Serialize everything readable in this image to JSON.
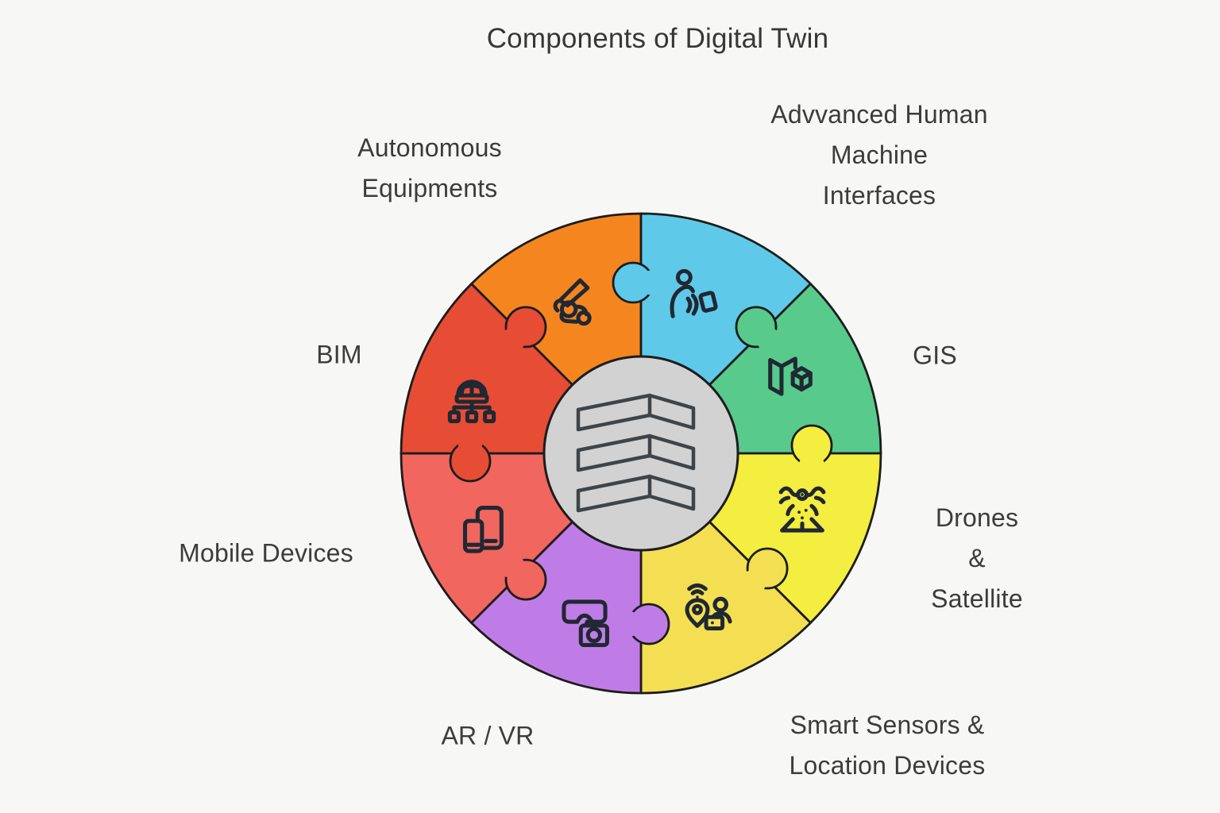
{
  "title": "Components of Digital Twin",
  "center": {
    "icon": "stacked-layers-icon"
  },
  "segments": [
    {
      "id": "autonomous-equipments",
      "label": "Autonomous\nEquipments",
      "color": "#f5861f",
      "icon": "excavator-icon"
    },
    {
      "id": "advanced-hmi",
      "label": "Advvanced Human\nMachine\nInterfaces",
      "color": "#5fc9e9",
      "icon": "human-machine-icon"
    },
    {
      "id": "gis",
      "label": "GIS",
      "color": "#58ca8c",
      "icon": "map-cube-icon"
    },
    {
      "id": "drones-satellite",
      "label": "Drones\n&\nSatellite",
      "color": "#f3ee3f",
      "icon": "drone-icon"
    },
    {
      "id": "smart-sensors",
      "label": "Smart Sensors &\nLocation Devices",
      "color": "#f4df52",
      "icon": "sensor-location-icon"
    },
    {
      "id": "ar-vr",
      "label": "AR / VR",
      "color": "#c07ce6",
      "icon": "vr-headset-icon"
    },
    {
      "id": "mobile-devices",
      "label": "Mobile Devices",
      "color": "#f1665e",
      "icon": "mobile-devices-icon"
    },
    {
      "id": "bim",
      "label": "BIM",
      "color": "#e74c35",
      "icon": "bim-icon"
    }
  ],
  "colors": {
    "background": "#f7f7f5",
    "outline": "#1c1c1c",
    "icon_stroke": "#202833",
    "center_fill": "#d2d2d2",
    "center_icon_stroke": "#3f4449",
    "text": "#3c3c3c"
  }
}
